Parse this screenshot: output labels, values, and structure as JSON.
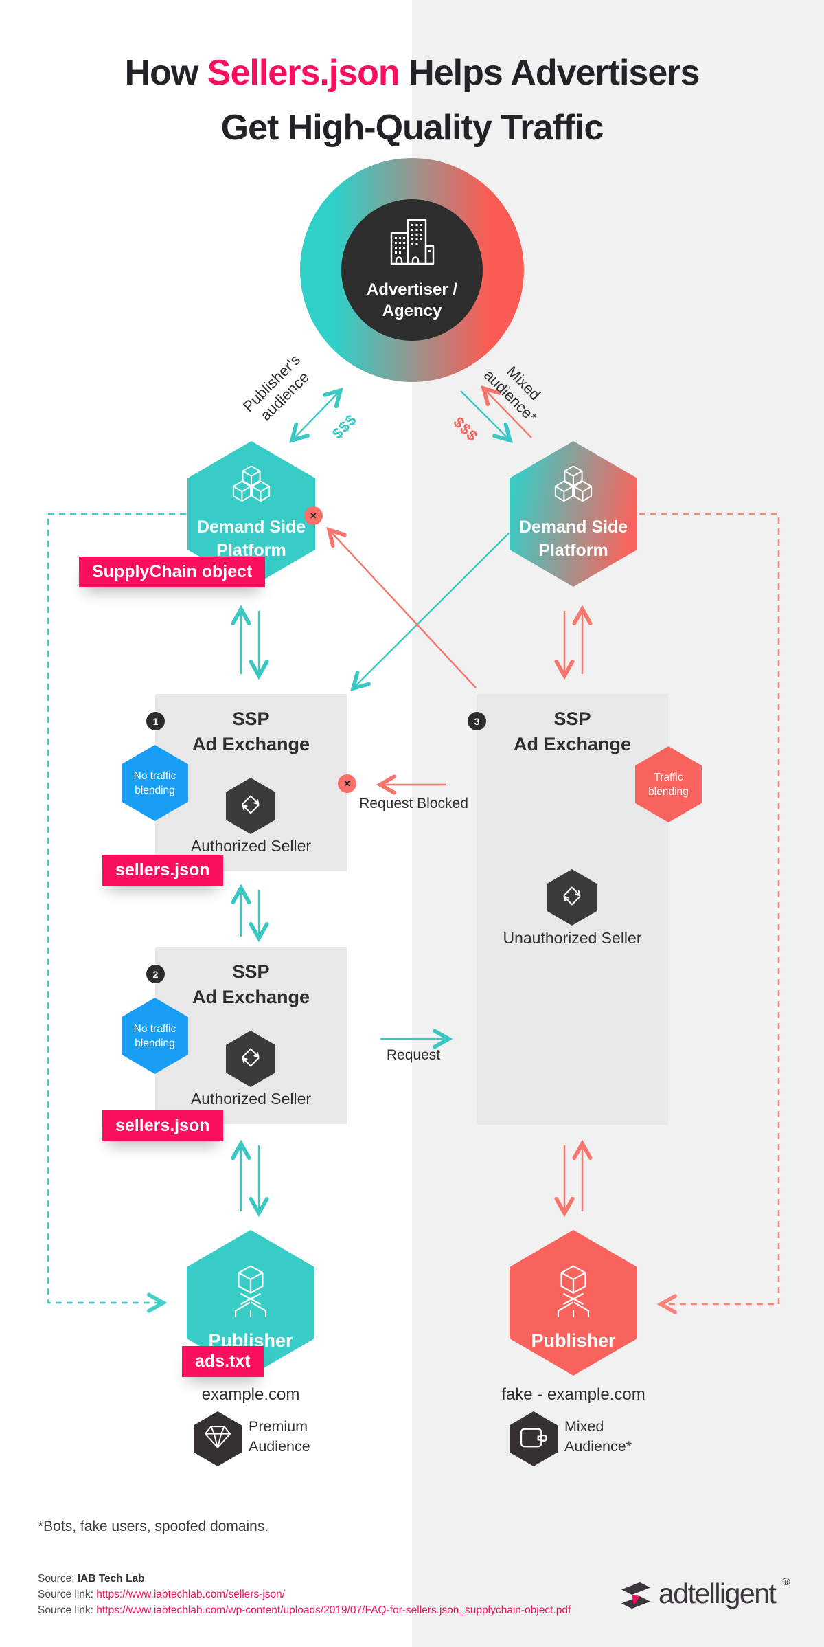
{
  "title": {
    "line1_pre": "How ",
    "accent": "Sellers.json",
    "line1_post": " Helps Advertisers",
    "line2": "Get High-Quality Traffic"
  },
  "advertiser": {
    "line1": "Advertiser /",
    "line2": "Agency"
  },
  "flow_labels": {
    "left_audience_line1": "Publisher's",
    "left_audience_line2": "audience",
    "left_money": "$$$",
    "right_audience_line1": "Mixed",
    "right_audience_line2": "audience*",
    "right_money": "$$$"
  },
  "dsp_left": {
    "line1": "Demand Side",
    "line2": "Platform",
    "tag": "SupplyChain object"
  },
  "dsp_right": {
    "line1": "Demand Side",
    "line2": "Platform"
  },
  "ssp1": {
    "num": "1",
    "title1": "SSP",
    "title2": "Ad Exchange",
    "side1": "No traffic",
    "side2": "blending",
    "seller": "Authorized Seller",
    "tag": "sellers.json"
  },
  "ssp2": {
    "num": "2",
    "title1": "SSP",
    "title2": "Ad Exchange",
    "side1": "No traffic",
    "side2": "blending",
    "seller": "Authorized Seller",
    "tag": "sellers.json"
  },
  "ssp3": {
    "num": "3",
    "title1": "SSP",
    "title2": "Ad Exchange",
    "side1": "Traffic",
    "side2": "blending",
    "seller": "Unauthorized Seller"
  },
  "arrows": {
    "request_blocked": "Request Blocked",
    "request": "Request"
  },
  "pub_left": {
    "name": "Publisher",
    "tag": "ads.txt",
    "domain": "example.com",
    "aud1": "Premium",
    "aud2": "Audience"
  },
  "pub_right": {
    "name": "Publisher",
    "domain": "fake - example.com",
    "aud1": "Mixed",
    "aud2": "Audience*"
  },
  "footnote": "*Bots, fake users, spoofed domains.",
  "source": {
    "src_label": "Source: ",
    "src_name": "IAB Tech Lab",
    "link_label1": "Source link: ",
    "link1": "https://www.iabtechlab.com/sellers-json/",
    "link_label2": "Source link: ",
    "link2": "https://www.iabtechlab.com/wp-content/uploads/2019/07/FAQ-for-sellers.json_supplychain-object.pdf"
  },
  "brand": {
    "name": "adtelligent",
    "reg": "®"
  },
  "icons": {
    "x": "✕"
  },
  "colors": {
    "pink": "#FA0F5F",
    "teal": "#38CCC6",
    "red": "#F9635D",
    "blue": "#189EF4",
    "dark": "#2D2D2D",
    "box_gray": "#E9E8E8",
    "right_bg": "#F2F1F1"
  }
}
